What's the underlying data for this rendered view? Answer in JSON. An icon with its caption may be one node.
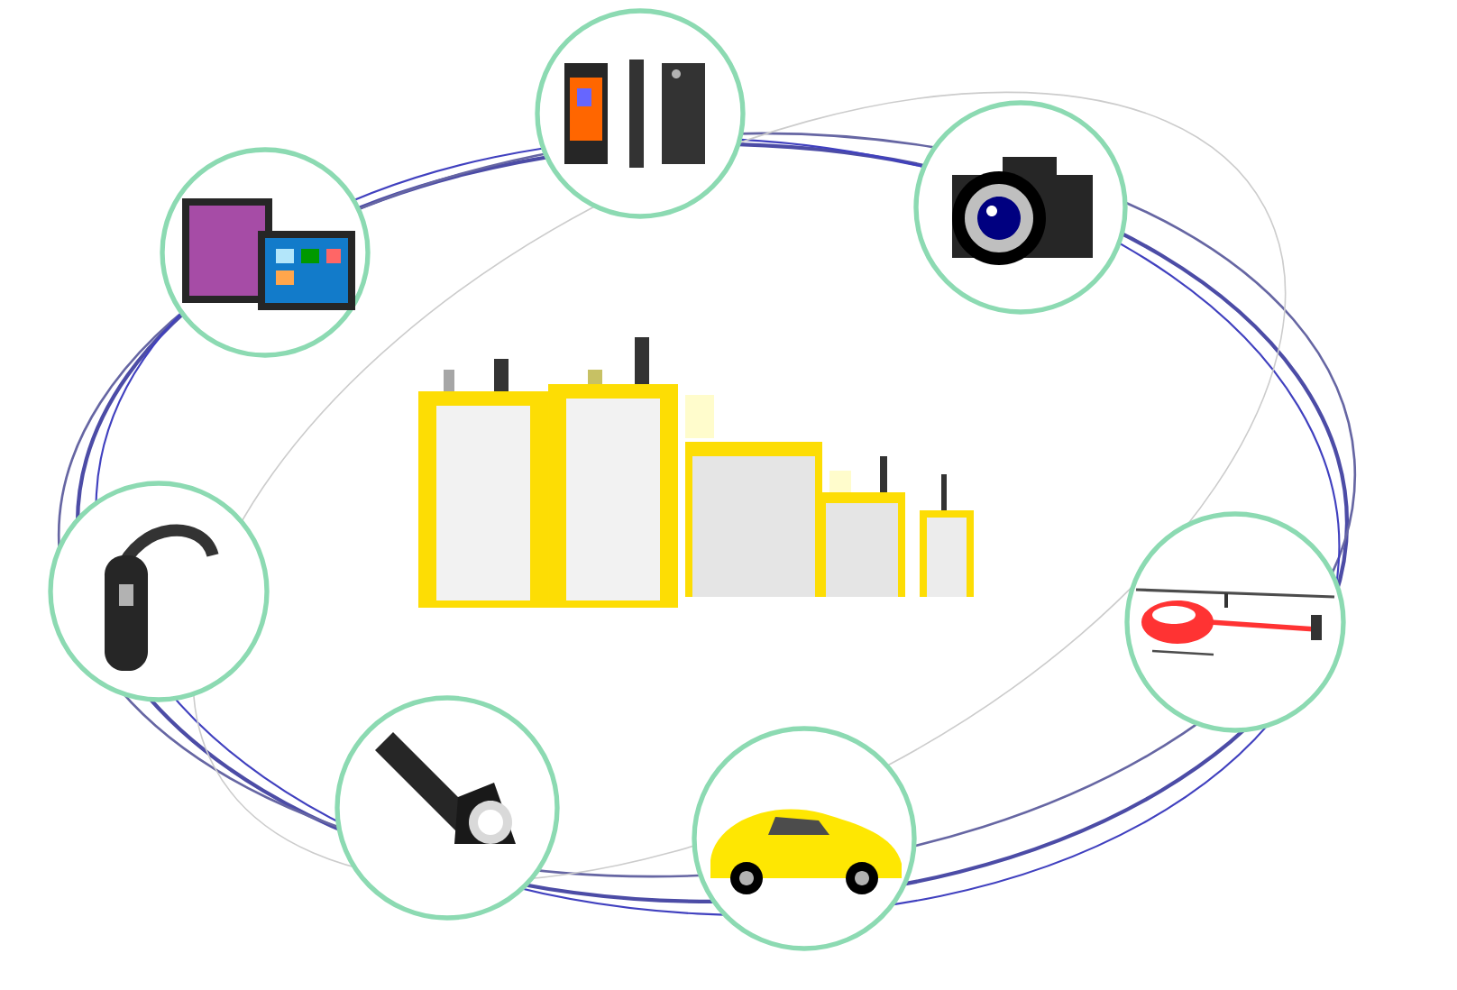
{
  "diagram": {
    "nodes": [
      {
        "text": [],
        "shape": "picture"
      },
      {
        "text": [],
        "shape": "picture"
      },
      {
        "text": [],
        "shape": "picture"
      },
      {
        "text": [],
        "shape": "picture"
      },
      {
        "text": [],
        "shape": "picture"
      },
      {
        "text": [],
        "shape": "picture"
      },
      {
        "text": [],
        "shape": "picture"
      },
      {
        "text": [],
        "shape": "picture"
      }
    ]
  }
}
